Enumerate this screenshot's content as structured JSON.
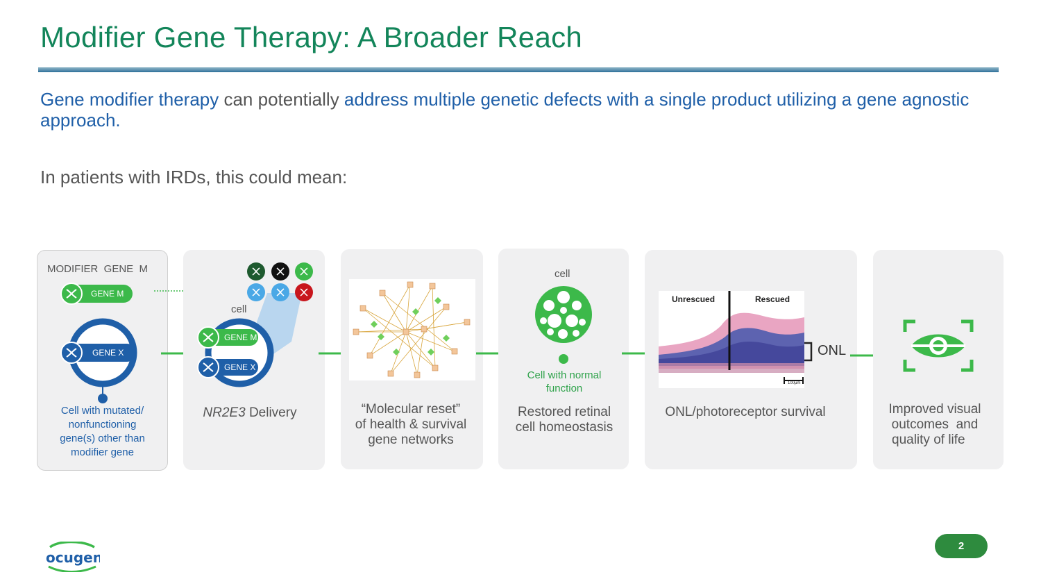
{
  "slide": {
    "title": "Modifier Gene Therapy: A Broader Reach",
    "lead": {
      "part1": "Gene modifier therapy",
      "part2": " can potentially ",
      "part3": "address multiple genetic defects with a single product utilizing a gene agnostic approach."
    },
    "subheading": "In patients with IRDs, this could mean:",
    "page_number": "2",
    "logo_text": "ocugen"
  },
  "steps": {
    "s1": {
      "header": "MODIFIER  GENE  M",
      "gene_m_label": "GENE M",
      "gene_x_label": "GENE X",
      "caption_lines": [
        "Cell with mutated/",
        "nonfunctioning",
        "gene(s) other  than",
        "modifier  gene"
      ]
    },
    "s2": {
      "cell_label": "cell",
      "gene_m_label": "GENE M",
      "gene_x_label": "GENE X",
      "caption_italic": "NR2E3",
      "caption_rest": " Delivery"
    },
    "s3": {
      "caption_lines": [
        "“Molecular reset”",
        "of health & survival",
        "gene networks"
      ]
    },
    "s4": {
      "cell_label": "cell",
      "green_caption_lines": [
        "Cell with normal",
        "function"
      ],
      "caption_lines": [
        "Restored retinal",
        "cell homeostasis"
      ]
    },
    "s5": {
      "label_unrescued": "Unrescued",
      "label_rescued": "Rescued",
      "scale_label": "100μm",
      "onl_label": "ONL",
      "caption": "ONL/photoreceptor survival"
    },
    "s6": {
      "caption_lines": [
        "Improved visual",
        "outcomes  and",
        "quality of life"
      ]
    }
  },
  "colors": {
    "title_green": "#13855a",
    "accent_blue": "#1f5fa8",
    "arrow_green": "#3cb94a",
    "cell_navy": "#1f5fa8",
    "icon_green": "#3cb94a"
  }
}
